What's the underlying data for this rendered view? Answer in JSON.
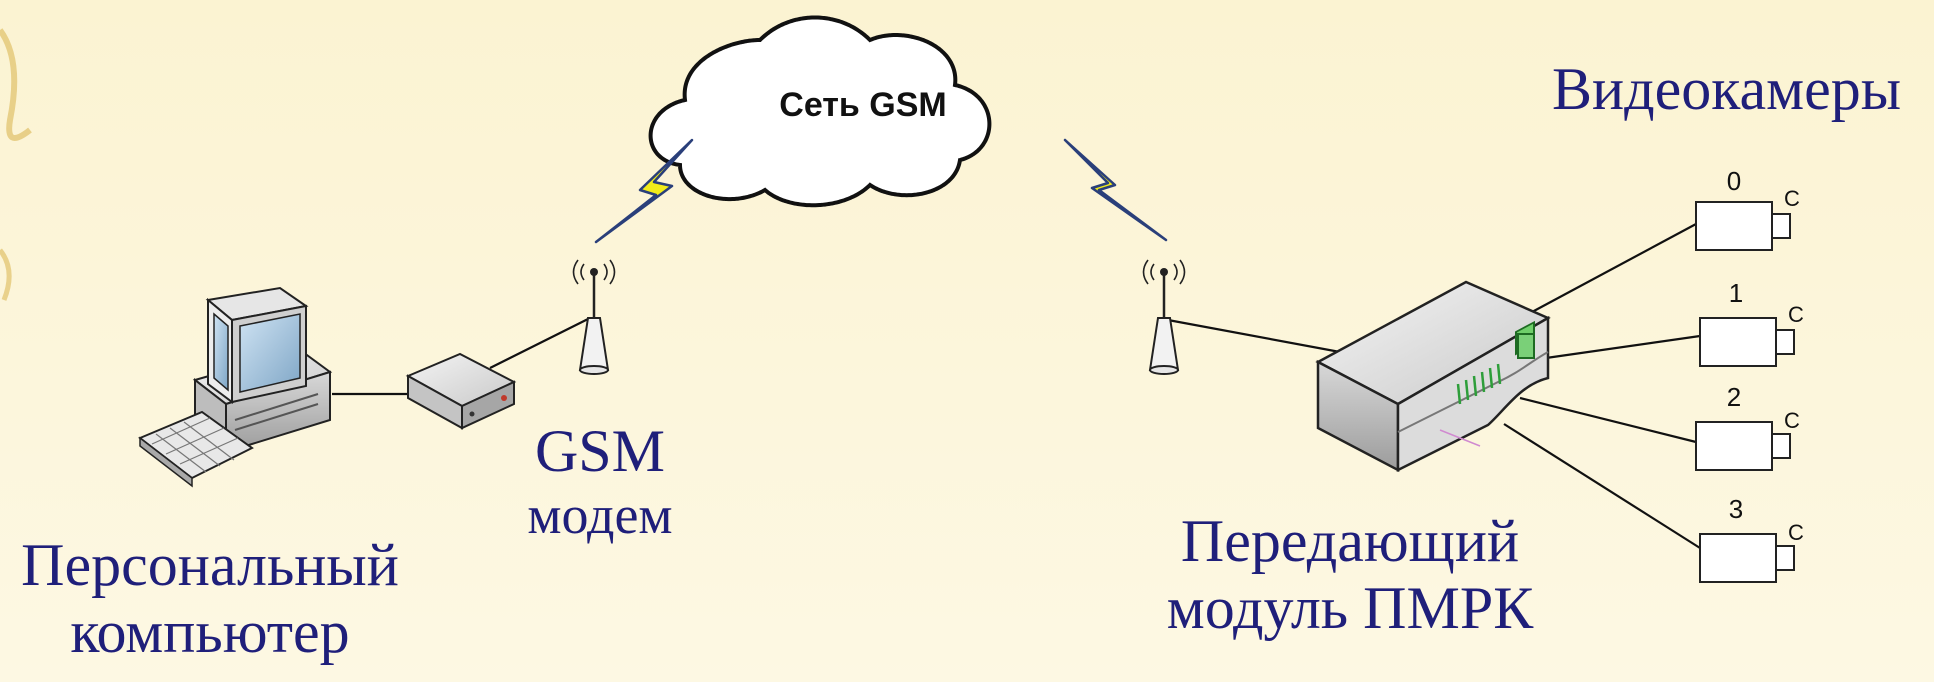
{
  "cloud": {
    "label": "Сеть GSM"
  },
  "labels": {
    "cameras_title": "Видеокамеры",
    "gsm_modem_line1": "GSM",
    "gsm_modem_line2": "модем",
    "pc_line1": "Персональный",
    "pc_line2": "компьютер",
    "transmitter_line1": "Передающий",
    "transmitter_line2": "модуль ПМРК"
  },
  "cameras": [
    {
      "number": "0",
      "side_label": "C"
    },
    {
      "number": "1",
      "side_label": "C"
    },
    {
      "number": "2",
      "side_label": "C"
    },
    {
      "number": "3",
      "side_label": "C"
    }
  ],
  "colors": {
    "label_text": "#1f1f7a",
    "lightning_fill": "#f2ec1a",
    "lightning_stroke": "#2a3f7a",
    "indicator_green": "#2e9e3a"
  }
}
